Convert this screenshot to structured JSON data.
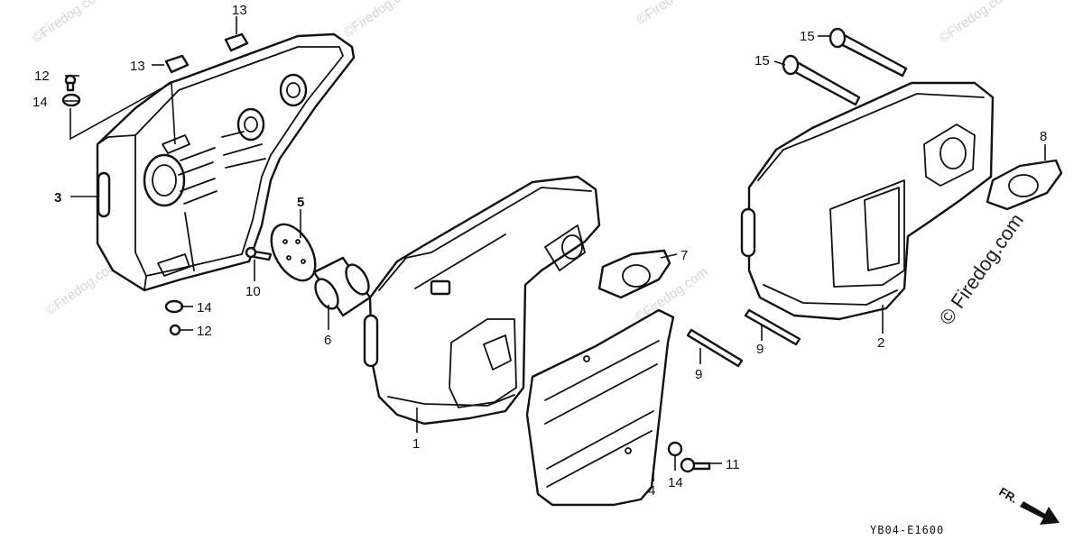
{
  "diagram": {
    "watermark_text": "©Firedog.com",
    "brand_text": "© Firedog.com",
    "diagram_code": "YB04-E1600",
    "front_label": "FR.",
    "callouts": {
      "c1": "1",
      "c2": "2",
      "c3": "3",
      "c4": "4",
      "c5": "5",
      "c6": "6",
      "c7": "7",
      "c8": "8",
      "c9a": "9",
      "c9b": "9",
      "c10": "10",
      "c11": "11",
      "c12a": "12",
      "c12b": "12",
      "c13a": "13",
      "c13b": "13",
      "c14a": "14",
      "c14b": "14",
      "c14c": "14",
      "c15a": "15",
      "c15b": "15"
    }
  }
}
